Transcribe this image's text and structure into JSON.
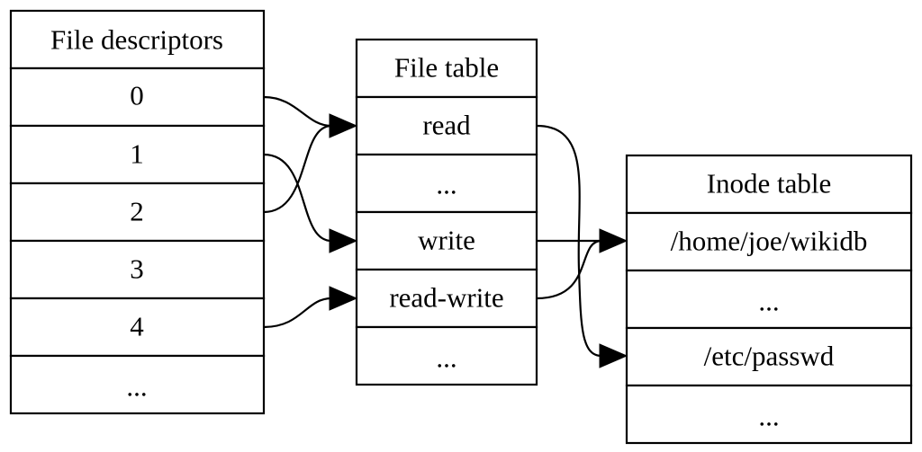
{
  "tables": {
    "fd": {
      "title": "File descriptors",
      "rows": [
        "0",
        "1",
        "2",
        "3",
        "4",
        "..."
      ]
    },
    "ft": {
      "title": "File table",
      "rows": [
        "read",
        "...",
        "write",
        "read-write",
        "..."
      ]
    },
    "it": {
      "title": "Inode table",
      "rows": [
        "/home/joe/wikidb",
        "...",
        "/etc/passwd",
        "..."
      ]
    }
  },
  "edges": [
    {
      "from": "File descriptors: 0",
      "to": "File table: read"
    },
    {
      "from": "File descriptors: 1",
      "to": "File table: write"
    },
    {
      "from": "File descriptors: 2",
      "to": "File table: read"
    },
    {
      "from": "File descriptors: 4",
      "to": "File table: read-write"
    },
    {
      "from": "File table: read",
      "to": "Inode table: /etc/passwd"
    },
    {
      "from": "File table: write",
      "to": "Inode table: /home/joe/wikidb"
    },
    {
      "from": "File table: read-write",
      "to": "Inode table: /home/joe/wikidb"
    }
  ]
}
